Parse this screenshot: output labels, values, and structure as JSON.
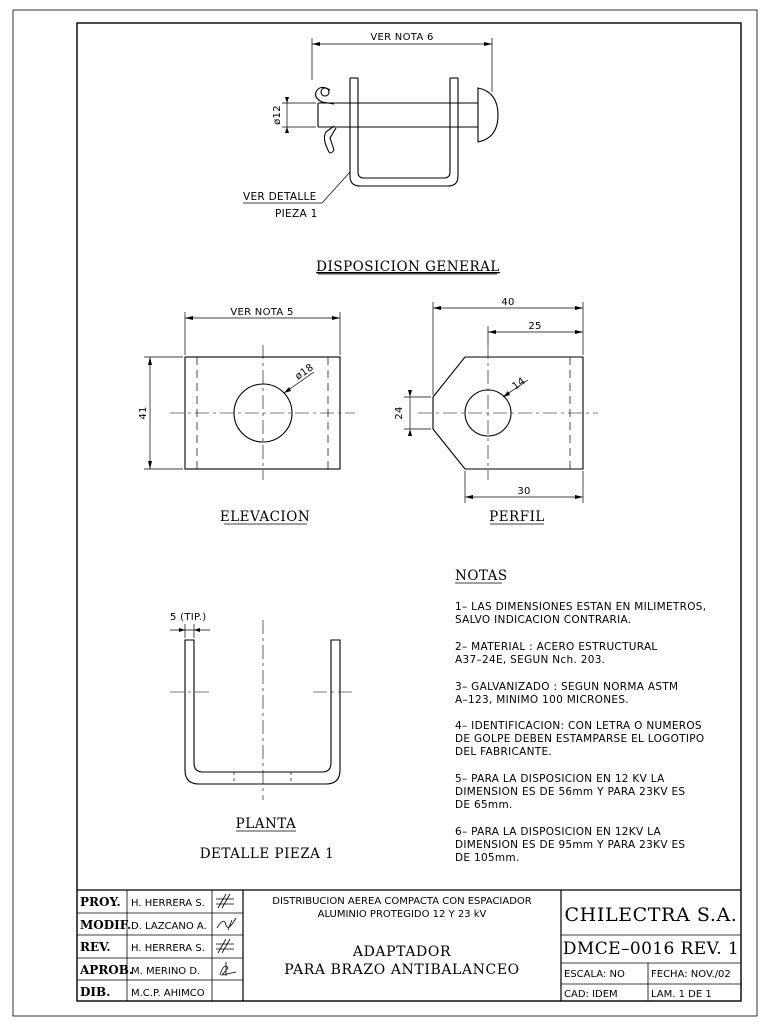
{
  "drawing": {
    "top_dim_label": "VER NOTA 6",
    "pin_dia_label": "ø12",
    "callout_line1": "VER DETALLE",
    "callout_line2": "PIEZA 1",
    "section_general": "DISPOSICION GENERAL",
    "elev_top_label": "VER NOTA 5",
    "elev_hole_label": "ø18",
    "elev_height_label": "41",
    "section_elevacion": "ELEVACION",
    "perfil_top_label": "40",
    "perfil_sub_label": "25",
    "perfil_hole_label": "14",
    "perfil_left_label": "24",
    "perfil_bottom_label": "30",
    "section_perfil": "PERFIL",
    "planta_thk_label": "5 (TIP.)",
    "section_planta": "PLANTA",
    "section_detalle": "DETALLE PIEZA 1"
  },
  "notes": {
    "title": "NOTAS",
    "items": [
      [
        "1– LAS DIMENSIONES ESTAN EN MILIMETROS,",
        "SALVO INDICACION CONTRARIA."
      ],
      [
        "2– MATERIAL : ACERO ESTRUCTURAL",
        "A37–24E, SEGUN Nch. 203."
      ],
      [
        "3– GALVANIZADO : SEGUN NORMA ASTM",
        "A–123, MINIMO 100 MICRONES."
      ],
      [
        "4– IDENTIFICACION: CON LETRA O NUMEROS",
        "DE GOLPE DEBEN ESTAMPARSE EL LOGOTIPO",
        "DEL FABRICANTE."
      ],
      [
        "5– PARA LA DISPOSICION EN 12 KV LA",
        "DIMENSION ES DE 56mm Y PARA 23KV ES",
        "DE 65mm."
      ],
      [
        "6– PARA LA DISPOSICION EN 12KV LA",
        "DIMENSION ES DE 95mm Y PARA 23KV ES",
        "DE 105mm."
      ]
    ]
  },
  "title_block": {
    "roles": [
      "PROY.",
      "MODIF.",
      "REV.",
      "APROB.",
      "DIB."
    ],
    "names": [
      "H. HERRERA S.",
      "D. LAZCANO A.",
      "H. HERRERA S.",
      "M. MERINO D.",
      "M.C.P. AHIMCO"
    ],
    "description_line1": "DISTRIBUCION AEREA COMPACTA CON ESPACIADOR",
    "description_line2": "ALUMINIO PROTEGIDO 12 Y 23 kV",
    "part_line1": "ADAPTADOR",
    "part_line2": "PARA BRAZO ANTIBALANCEO",
    "company": "CHILECTRA S.A.",
    "drawing_number": "DMCE–0016 REV. 1",
    "escala": "ESCALA:  NO",
    "fecha": "FECHA: NOV./02",
    "cad": "CAD: IDEM",
    "lamina": "LAM. 1 DE 1"
  }
}
